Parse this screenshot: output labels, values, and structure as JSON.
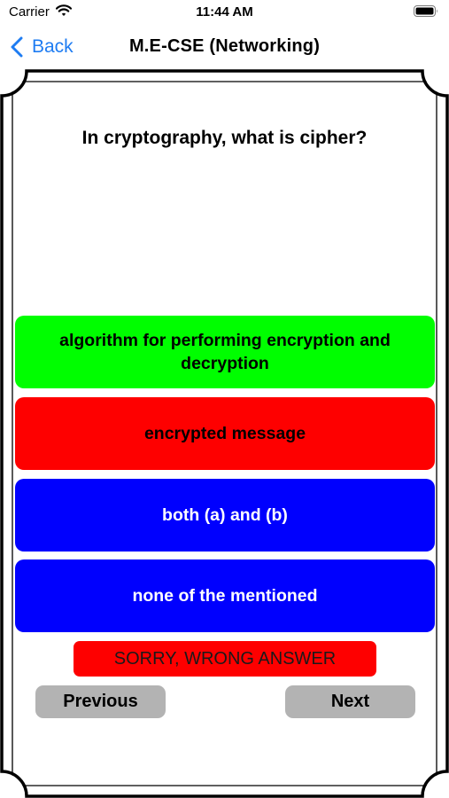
{
  "status_bar": {
    "carrier": "Carrier",
    "time": "11:44 AM"
  },
  "nav": {
    "back_label": "Back",
    "title": "M.E-CSE (Networking)"
  },
  "quiz": {
    "question": "In cryptography, what is cipher?",
    "options": [
      {
        "label": "algorithm for performing encryption and decryption",
        "color": "#00fe00",
        "text_color": "#000000"
      },
      {
        "label": "encrypted message",
        "color": "#fe0000",
        "text_color": "#000000"
      },
      {
        "label": "both (a) and (b)",
        "color": "#0000fe",
        "text_color": "#ffffff"
      },
      {
        "label": "none of the mentioned",
        "color": "#0000fe",
        "text_color": "#ffffff"
      }
    ],
    "feedback": "SORRY, WRONG ANSWER",
    "previous_label": "Previous",
    "next_label": "Next"
  }
}
